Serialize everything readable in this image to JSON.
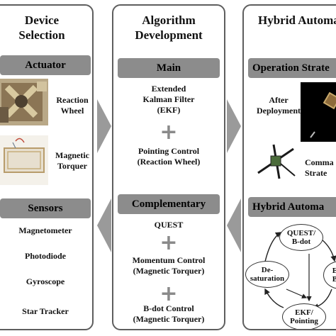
{
  "columns": {
    "device": {
      "title": "Device\nSelection",
      "actuator_header": "Actuator",
      "reaction_wheel": "Reaction\nWheel",
      "magnetic_torquer": "Magnetic\nTorquer",
      "sensors_header": "Sensors",
      "sensors": [
        "Magnetometer",
        "Photodiode",
        "Gyroscope",
        "Star Tracker"
      ]
    },
    "algorithm": {
      "title": "Algorithm\nDevelopment",
      "main_header": "Main",
      "ekf": "Extended\nKalman Filter\n(EKF)",
      "pointing": "Pointing Control\n(Reaction Wheel)",
      "complementary_header": "Complementary",
      "quest": "QUEST",
      "momentum": "Momentum Control\n(Magnetic Torquer)",
      "bdot": "B-dot Control\n(Magnetic Torquer)"
    },
    "hybrid": {
      "title": "Hybrid\nAutomata Desig",
      "operation_header": "Operation Strate",
      "after_deployment": "After\nDeployment",
      "command_strategy": "Comma\nStrate",
      "automata_header": "Hybrid Automa",
      "states": {
        "quest_bdot": "QUEST/\nB-dot",
        "desaturation": "De-\nsaturation",
        "ekf_bdot": "EKF\nB-do",
        "ekf_pointing": "EKF/\nPointing"
      }
    }
  }
}
